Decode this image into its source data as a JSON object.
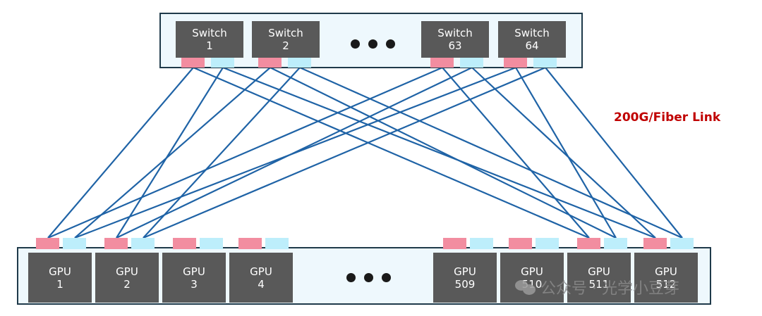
{
  "switches": [
    {
      "line1": "Switch",
      "line2": "1"
    },
    {
      "line1": "Switch",
      "line2": "2"
    },
    {
      "line1": "Switch",
      "line2": "63"
    },
    {
      "line1": "Switch",
      "line2": "64"
    }
  ],
  "gpus": [
    {
      "line1": "GPU",
      "line2": "1"
    },
    {
      "line1": "GPU",
      "line2": "2"
    },
    {
      "line1": "GPU",
      "line2": "3"
    },
    {
      "line1": "GPU",
      "line2": "4"
    },
    {
      "line1": "GPU",
      "line2": "509"
    },
    {
      "line1": "GPU",
      "line2": "510"
    },
    {
      "line1": "GPU",
      "line2": "511"
    },
    {
      "line1": "GPU",
      "line2": "512"
    }
  ],
  "link_label": "200G/Fiber Link",
  "watermark": "公众号 · 光学小豆芽",
  "colors": {
    "link": "#1f63a6",
    "port_pink": "#f28da0",
    "port_cyan": "#bdeefb",
    "box": "#595959",
    "frame_bg": "#eef8fd",
    "label": "#c00000"
  },
  "links": [
    {
      "switch": 0,
      "gpu": 0
    },
    {
      "switch": 0,
      "gpu": 1
    },
    {
      "switch": 0,
      "gpu": 6
    },
    {
      "switch": 0,
      "gpu": 7
    },
    {
      "switch": 1,
      "gpu": 0
    },
    {
      "switch": 1,
      "gpu": 1
    },
    {
      "switch": 1,
      "gpu": 6
    },
    {
      "switch": 1,
      "gpu": 7
    },
    {
      "switch": 2,
      "gpu": 0
    },
    {
      "switch": 2,
      "gpu": 1
    },
    {
      "switch": 2,
      "gpu": 6
    },
    {
      "switch": 2,
      "gpu": 7
    },
    {
      "switch": 3,
      "gpu": 0
    },
    {
      "switch": 3,
      "gpu": 1
    },
    {
      "switch": 3,
      "gpu": 6
    },
    {
      "switch": 3,
      "gpu": 7
    }
  ]
}
